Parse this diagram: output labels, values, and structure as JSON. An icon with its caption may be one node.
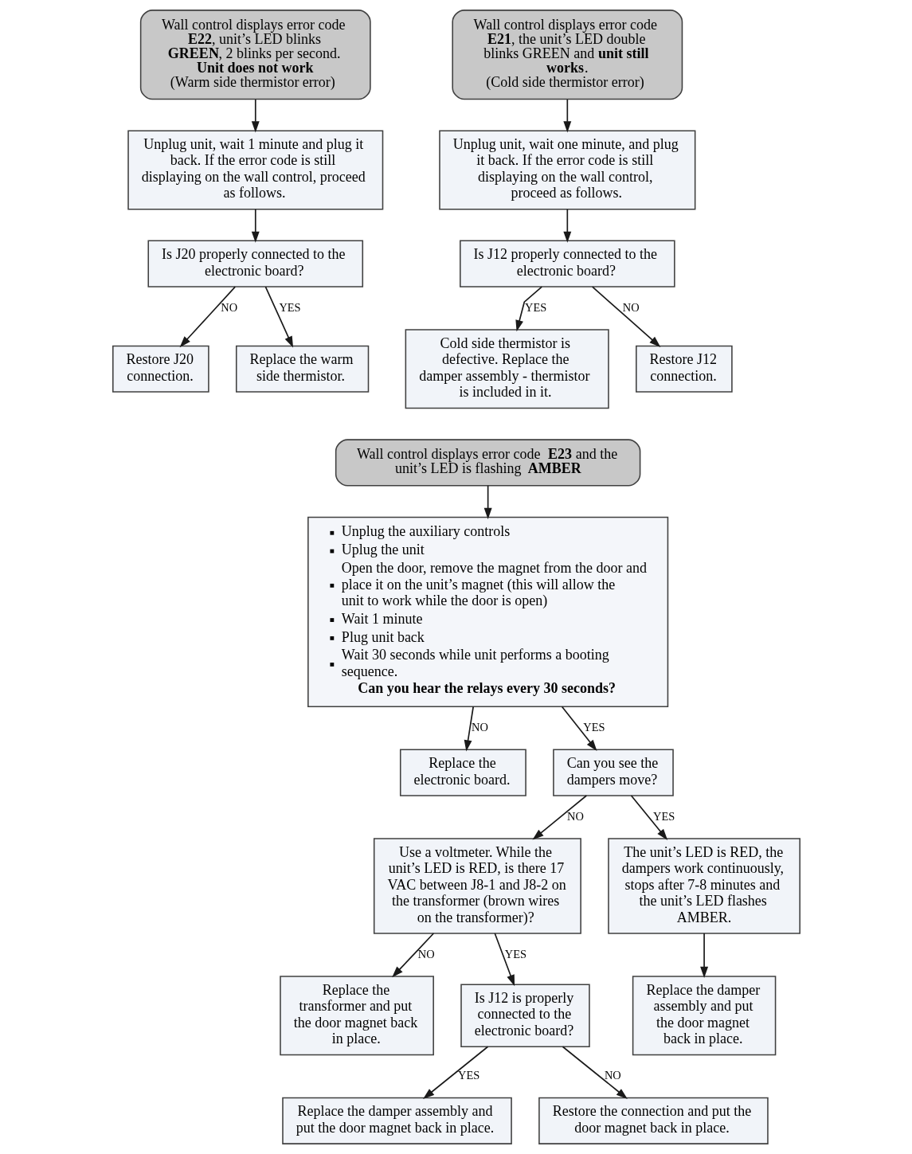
{
  "diagram": {
    "nodes": [
      {
        "text": [
          "Wall control displays error code **E22**, unit’s LED blinks **GREEN**, 2 blinks per second.",
          "Unit does not work",
          "(Warm side thermistor error)"
        ]
      },
      {
        "text": [
          "Unplug unit, wait 1 minute and plug it back. If the error code is still displaying on the wall control, proceed as follows."
        ]
      },
      {
        "text": [
          "Is J20 properly connected to the electronic board?"
        ]
      },
      {
        "text": [
          "Restore J20 connection."
        ]
      },
      {
        "text": [
          "Replace the warm side thermistor."
        ]
      },
      {
        "text": [
          "Wall control displays error code **E21**, the unit’s LED double blinks GREEN and **unit still works**.",
          "(Cold side thermistor error)"
        ]
      },
      {
        "text": [
          "Unplug unit, wait one minute, and plug it back. If the error code is still displaying on the wall control, proceed as follows."
        ]
      },
      {
        "text": [
          "Is J12 properly connected to the electronic board?"
        ]
      },
      {
        "text": [
          "Cold side thermistor is defective. Replace the damper assembly - thermistor is included in it."
        ]
      },
      {
        "text": [
          "Restore J12 connection."
        ]
      },
      {
        "text": [
          "Wall control displays error code **E23** and the unit’s LED is flashing **AMBER**"
        ]
      },
      {
        "text": [
          "Unplug the auxiliary controls",
          "Uplug the unit",
          "Open the door, remove the magnet from the door and place it on the unit’s magnet (this will allow the unit to work while the door is open)",
          "Wait 1 minute",
          "Plug unit back",
          "Wait 30 seconds while unit performs a booting sequence.",
          "Can you hear the relays every 30 seconds?"
        ]
      },
      {
        "text": [
          "Replace the electronic board."
        ]
      },
      {
        "text": [
          "Can you see the dampers move?"
        ]
      },
      {
        "text": [
          "Use a voltmeter. While the unit’s LED is RED, is there 17 VAC between J8-1 and J8-2 on the transformer (brown wires on the transformer)?"
        ]
      },
      {
        "text": [
          "The unit’s LED is RED, the dampers work continuously, stops after 7-8 minutes and the unit’s LED flashes AMBER."
        ]
      },
      {
        "text": [
          "Replace the transformer and put the door magnet back in place."
        ]
      },
      {
        "text": [
          "Is J12 is properly connected to the electronic board?"
        ]
      },
      {
        "text": [
          "Replace the damper assembly and put the door magnet back in place."
        ]
      },
      {
        "text": [
          "Replace the damper assembly and put the door magnet back in place."
        ]
      },
      {
        "text": [
          "Restore the connection and put the door magnet back in place."
        ]
      }
    ],
    "edges": [
      {
        "from": 0,
        "to": 1,
        "arrow": "to"
      },
      {
        "from": 1,
        "to": 2,
        "arrow": "to"
      },
      {
        "from": 2,
        "to": 3,
        "arrow": "to",
        "label": "NO"
      },
      {
        "from": 2,
        "to": 4,
        "arrow": "to",
        "label": "YES"
      },
      {
        "from": 5,
        "to": 6,
        "arrow": "to"
      },
      {
        "from": 6,
        "to": 7,
        "arrow": "to"
      },
      {
        "from": 7,
        "to": 8,
        "arrow": "to",
        "label": "YES"
      },
      {
        "from": 7,
        "to": 9,
        "arrow": "to",
        "label": "NO"
      },
      {
        "from": 10,
        "to": 11,
        "arrow": "to"
      },
      {
        "from": 11,
        "to": 12,
        "arrow": "to",
        "label": "NO"
      },
      {
        "from": 11,
        "to": 13,
        "arrow": "to",
        "label": "YES"
      },
      {
        "from": 13,
        "to": 14,
        "arrow": "to",
        "label": "NO"
      },
      {
        "from": 13,
        "to": 15,
        "arrow": "to",
        "label": "YES"
      },
      {
        "from": 14,
        "to": 16,
        "arrow": "to",
        "label": "NO"
      },
      {
        "from": 14,
        "to": 17,
        "arrow": "to",
        "label": "YES"
      },
      {
        "from": 15,
        "to": 18,
        "arrow": "to"
      },
      {
        "from": 17,
        "to": 19,
        "arrow": "to",
        "label": "YES"
      },
      {
        "from": 17,
        "to": 20,
        "arrow": "to",
        "label": "NO"
      }
    ]
  }
}
